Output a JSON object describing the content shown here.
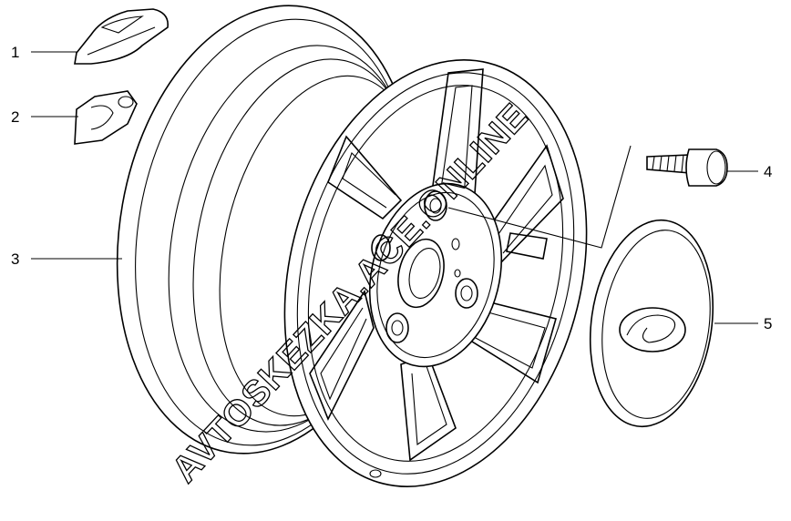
{
  "callouts": [
    {
      "label": "1",
      "part": "clip-weight"
    },
    {
      "label": "2",
      "part": "adhesive-weight"
    },
    {
      "label": "3",
      "part": "wheel-rim"
    },
    {
      "label": "4",
      "part": "wheel-bolt"
    },
    {
      "label": "5",
      "part": "center-cap"
    }
  ],
  "watermark": "AVTOSKEZKA.ACE.ONLINE",
  "colors": {
    "line": "#000000",
    "background": "#ffffff"
  }
}
